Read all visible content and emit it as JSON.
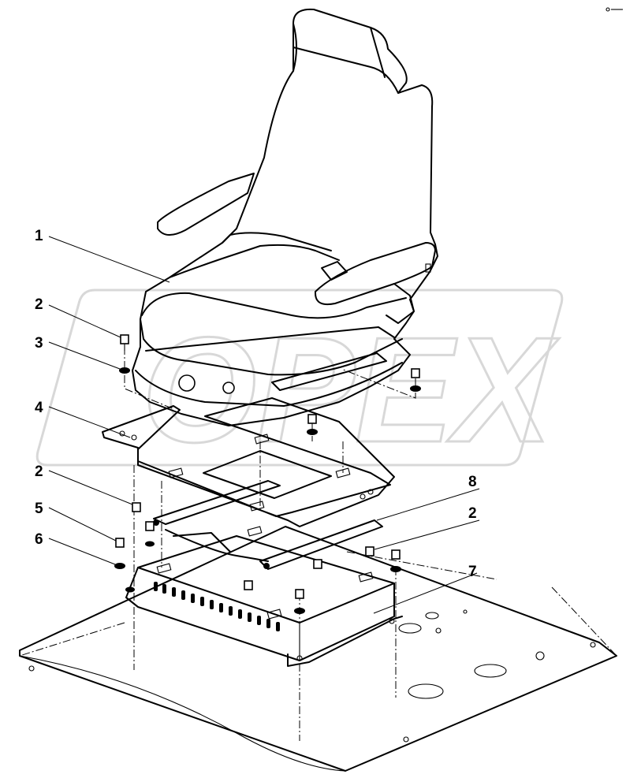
{
  "diagram": {
    "callouts": [
      {
        "id": "c1",
        "label": "1"
      },
      {
        "id": "c2a",
        "label": "2"
      },
      {
        "id": "c3",
        "label": "3"
      },
      {
        "id": "c4",
        "label": "4"
      },
      {
        "id": "c2b",
        "label": "2"
      },
      {
        "id": "c5",
        "label": "5"
      },
      {
        "id": "c6",
        "label": "6"
      },
      {
        "id": "c8",
        "label": "8"
      },
      {
        "id": "c2c",
        "label": "2"
      },
      {
        "id": "c7",
        "label": "7"
      }
    ],
    "watermark": "OPEX"
  }
}
